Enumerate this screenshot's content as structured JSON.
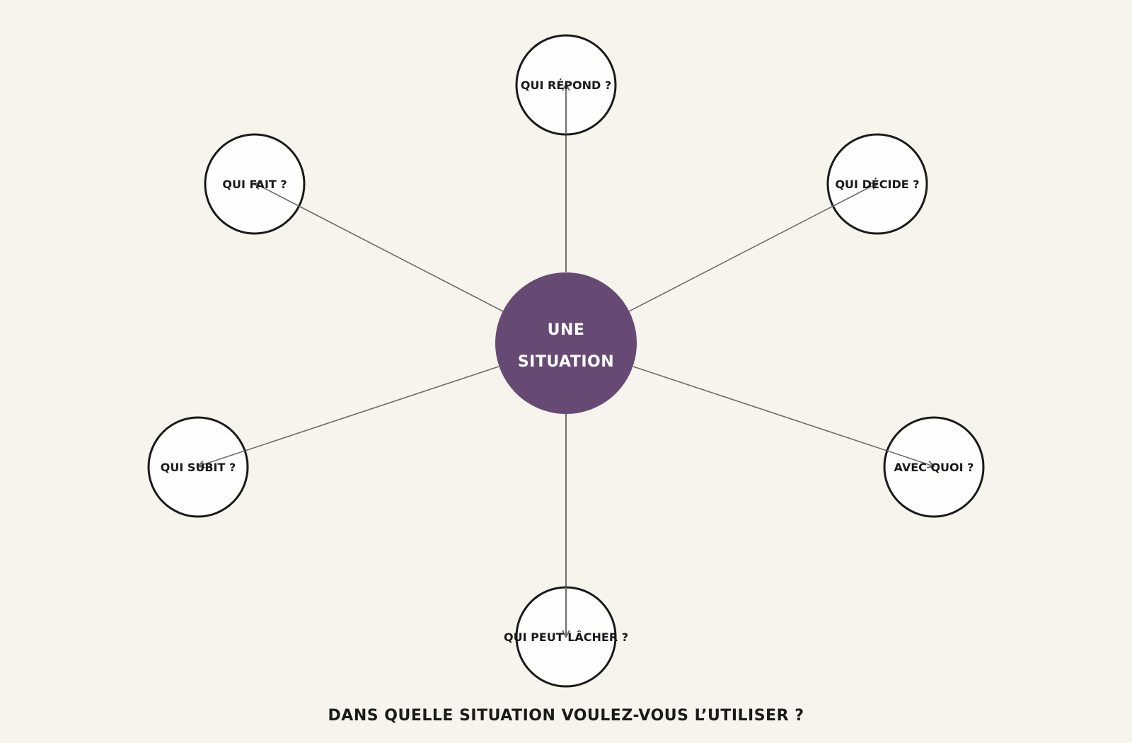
{
  "center": {
    "line1": "UNE",
    "line2": "SITUATION"
  },
  "nodes": [
    {
      "label": "QUI RÉPOND ?"
    },
    {
      "label": "QUI DÉCIDE ?"
    },
    {
      "label": "AVEC QUOI ?"
    },
    {
      "label": "QUI PEUT LÂCHER ?"
    },
    {
      "label": "QUI SUBIT ?"
    },
    {
      "label": "QUI FAIT ?"
    }
  ],
  "footer": {
    "question": "DANS QUELLE SITUATION VOULEZ-VOUS L’UTILISER ?"
  },
  "colors": {
    "background": "#f6f4ec",
    "center_fill": "#664a74",
    "node_fill": "#ffffff",
    "node_stroke": "#1a1a1a",
    "arrow": "#6e6e6e"
  }
}
